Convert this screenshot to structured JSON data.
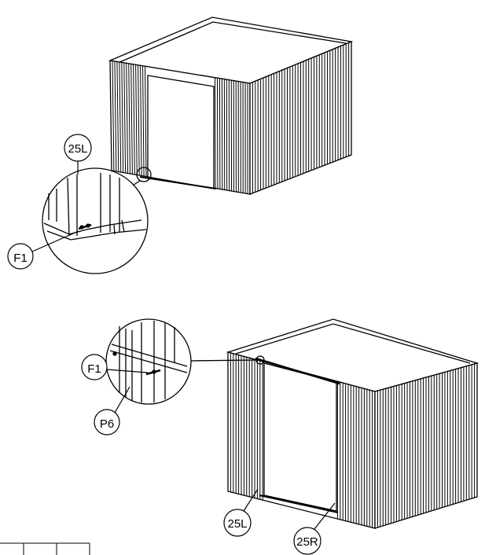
{
  "step_one": {
    "callout_part": "25L",
    "callout_fastener": "F1"
  },
  "step_two": {
    "callout_fastener": "F1",
    "callout_panel": "P6",
    "callout_left_post": "25L",
    "callout_right_post": "25R"
  },
  "colors": {
    "ink": "#000000",
    "paper": "#ffffff"
  }
}
